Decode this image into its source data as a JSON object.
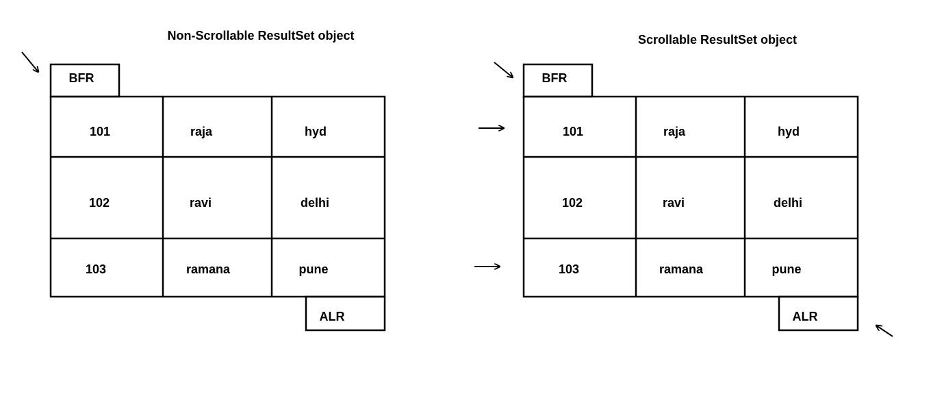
{
  "diagrams": [
    {
      "title": "Non-Scrollable ResultSet object",
      "bfr_label": "BFR",
      "alr_label": "ALR",
      "rows": [
        [
          "101",
          "raja",
          "hyd"
        ],
        [
          "102",
          "ravi",
          "delhi"
        ],
        [
          "103",
          "ramana",
          "pune"
        ]
      ]
    },
    {
      "title": "Scrollable ResultSet object",
      "bfr_label": "BFR",
      "alr_label": "ALR",
      "rows": [
        [
          "101",
          "raja",
          "hyd"
        ],
        [
          "102",
          "ravi",
          "delhi"
        ],
        [
          "103",
          "ramana",
          "pune"
        ]
      ]
    }
  ]
}
